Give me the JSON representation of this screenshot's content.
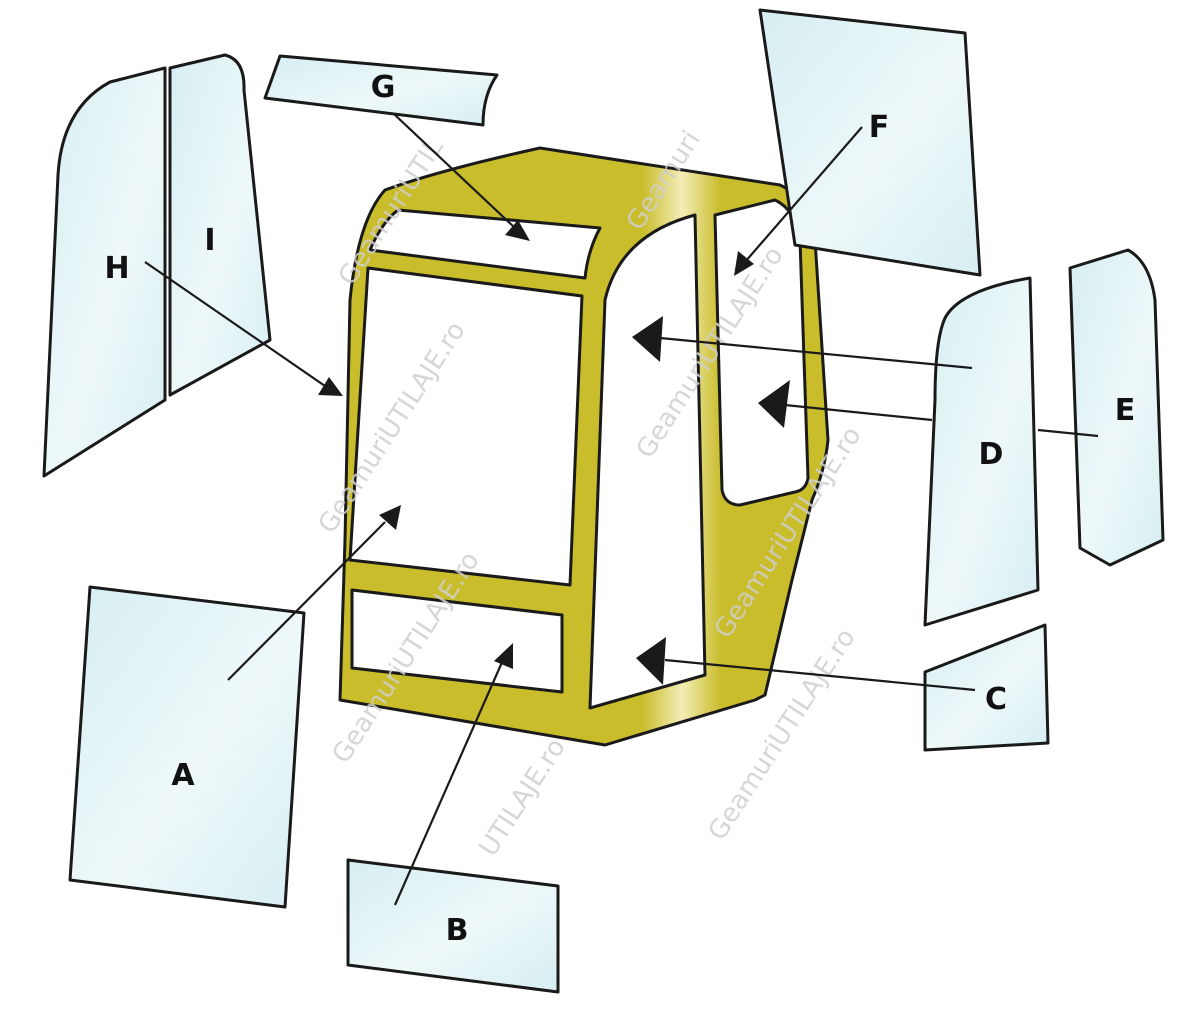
{
  "colors": {
    "glass_fill": "#d6eef2",
    "glass_fill_light": "#eef8f9",
    "frame_fill": "#c9bd2c",
    "frame_highlight": "#f3edb6",
    "outline": "#1a1a1a",
    "watermark": "#cfcfcf"
  },
  "labels": {
    "A": "A",
    "B": "B",
    "C": "C",
    "D": "D",
    "E": "E",
    "F": "F",
    "G": "G",
    "H": "H",
    "I": "I"
  },
  "watermark": {
    "text": "GeamuriUTILAJE.ro",
    "partial_top": "GeamuriUTIL",
    "partial_f": "Geamuri",
    "partial_bottom": "UTILAJE.ro"
  }
}
